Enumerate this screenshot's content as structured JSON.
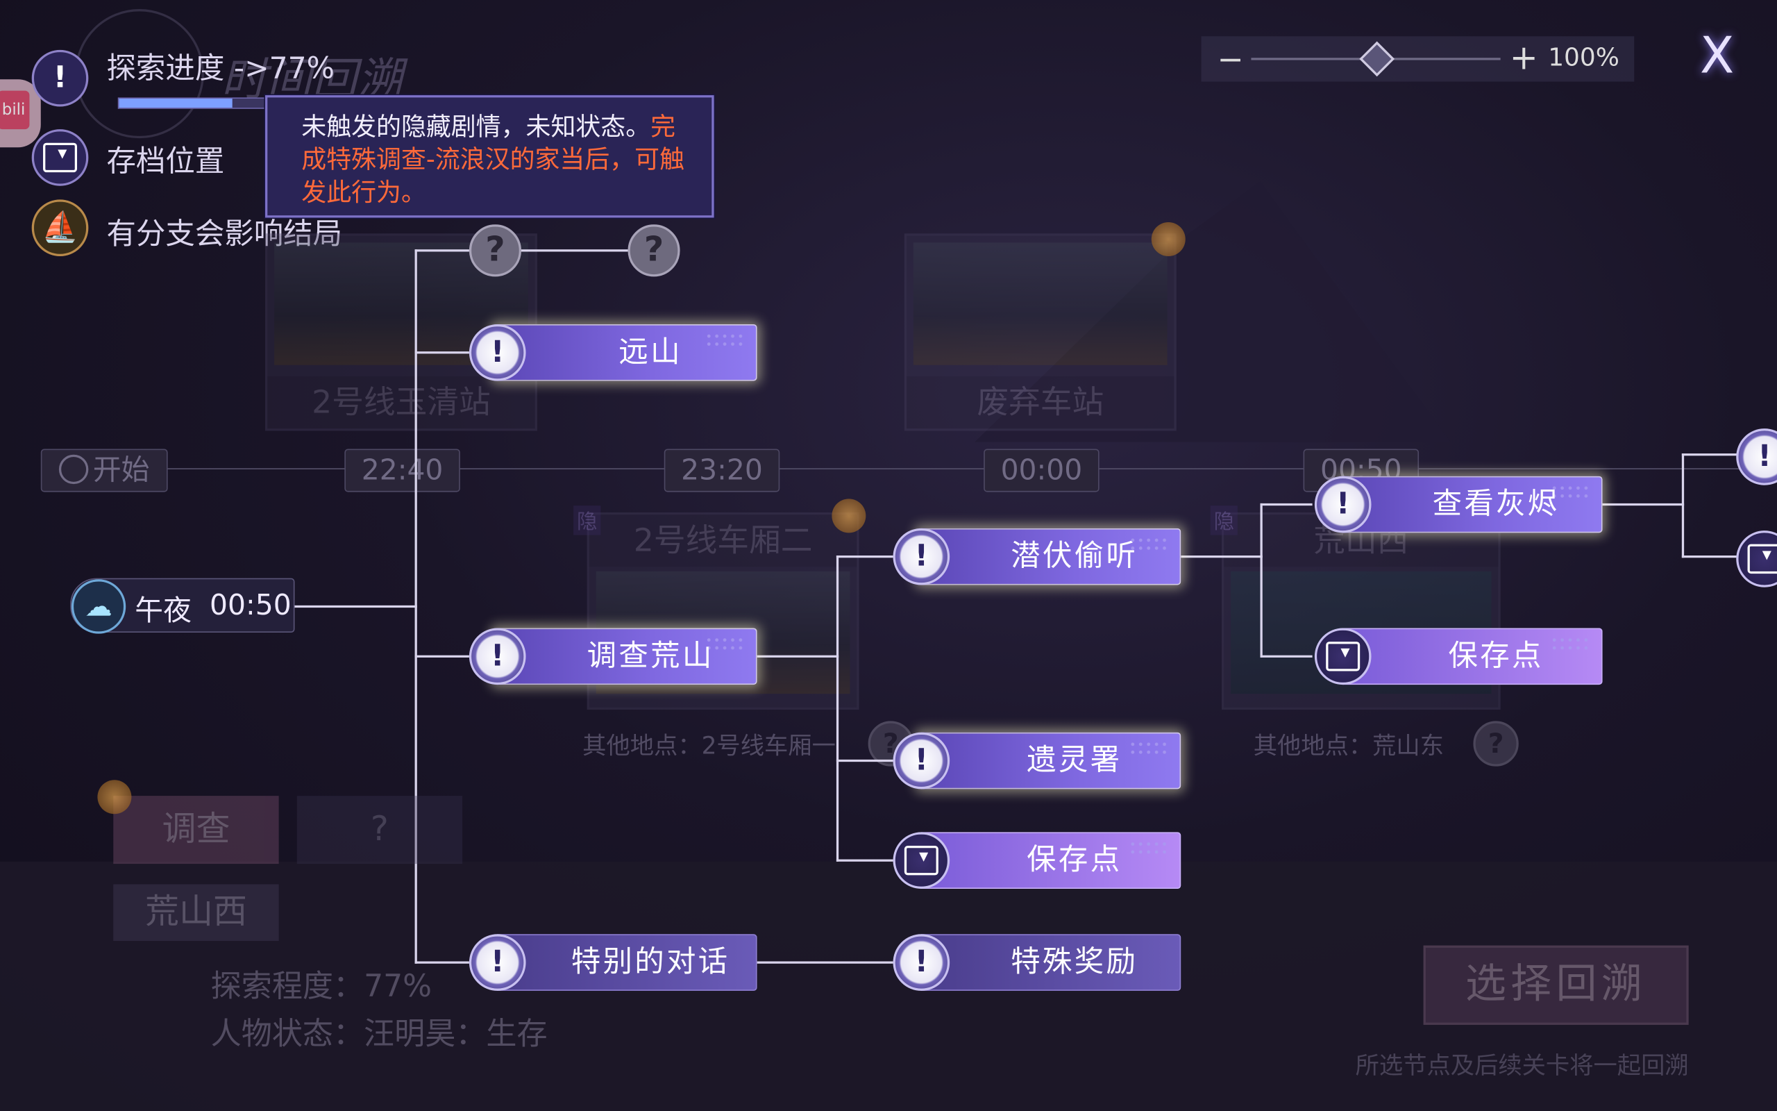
{
  "top_bar": {
    "progress_text": "探索进度 ->77%",
    "progress_fraction": 0.77,
    "title_watermark": "时间回溯",
    "zoom_label": "100%",
    "zoom_level": 1.0,
    "minus_glyph": "−",
    "plus_glyph": "+",
    "close_glyph": "X"
  },
  "legend": [
    {
      "icon": "exclamation-icon",
      "text": "探索进度"
    },
    {
      "icon": "save-icon",
      "text": "存档位置"
    },
    {
      "icon": "branch-sail-icon",
      "text": "有分支会影响结局"
    }
  ],
  "tooltip": {
    "line_plain": "未触发的隐藏剧情，未知状态。",
    "line_highlight": "完成特殊调查-流浪汉的家当后，可触发此行为。",
    "highlight_color": "#ff6a3a"
  },
  "timeline": {
    "start_label": "开始",
    "times": [
      "22:40",
      "23:20",
      "00:00",
      "00:50"
    ]
  },
  "locations": [
    {
      "name": "2号线玉清站"
    },
    {
      "name": "废弃车站"
    },
    {
      "name": "2号线车厢二",
      "other": "其他地点：2号线车厢一"
    },
    {
      "name": "荒山西",
      "other": "其他地点：荒山东"
    }
  ],
  "hidden_label": "隐",
  "current_time": {
    "label": "午夜",
    "time": "00:50"
  },
  "nodes": {
    "yuanshan": "远山",
    "diaocha_huangshan": "调查荒山",
    "tebie_duihua": "特别的对话",
    "qianfu_touting": "潜伏偷听",
    "yilingshu": "遗灵署",
    "save_mid": "保存点",
    "teshu_jiangli": "特殊奖励",
    "chakan_huijin": "查看灰烬",
    "save_right": "保存点"
  },
  "unknown_glyph": "?",
  "exclaim_glyph": "!",
  "bottom_panel": {
    "tab_label": "调查",
    "location": "荒山西",
    "explore_degree": "探索程度：77%",
    "char_status": "人物状态：汪明昊：生存"
  },
  "select_button": "选择回溯",
  "footer_note": "所选节点及后续关卡将一起回溯"
}
